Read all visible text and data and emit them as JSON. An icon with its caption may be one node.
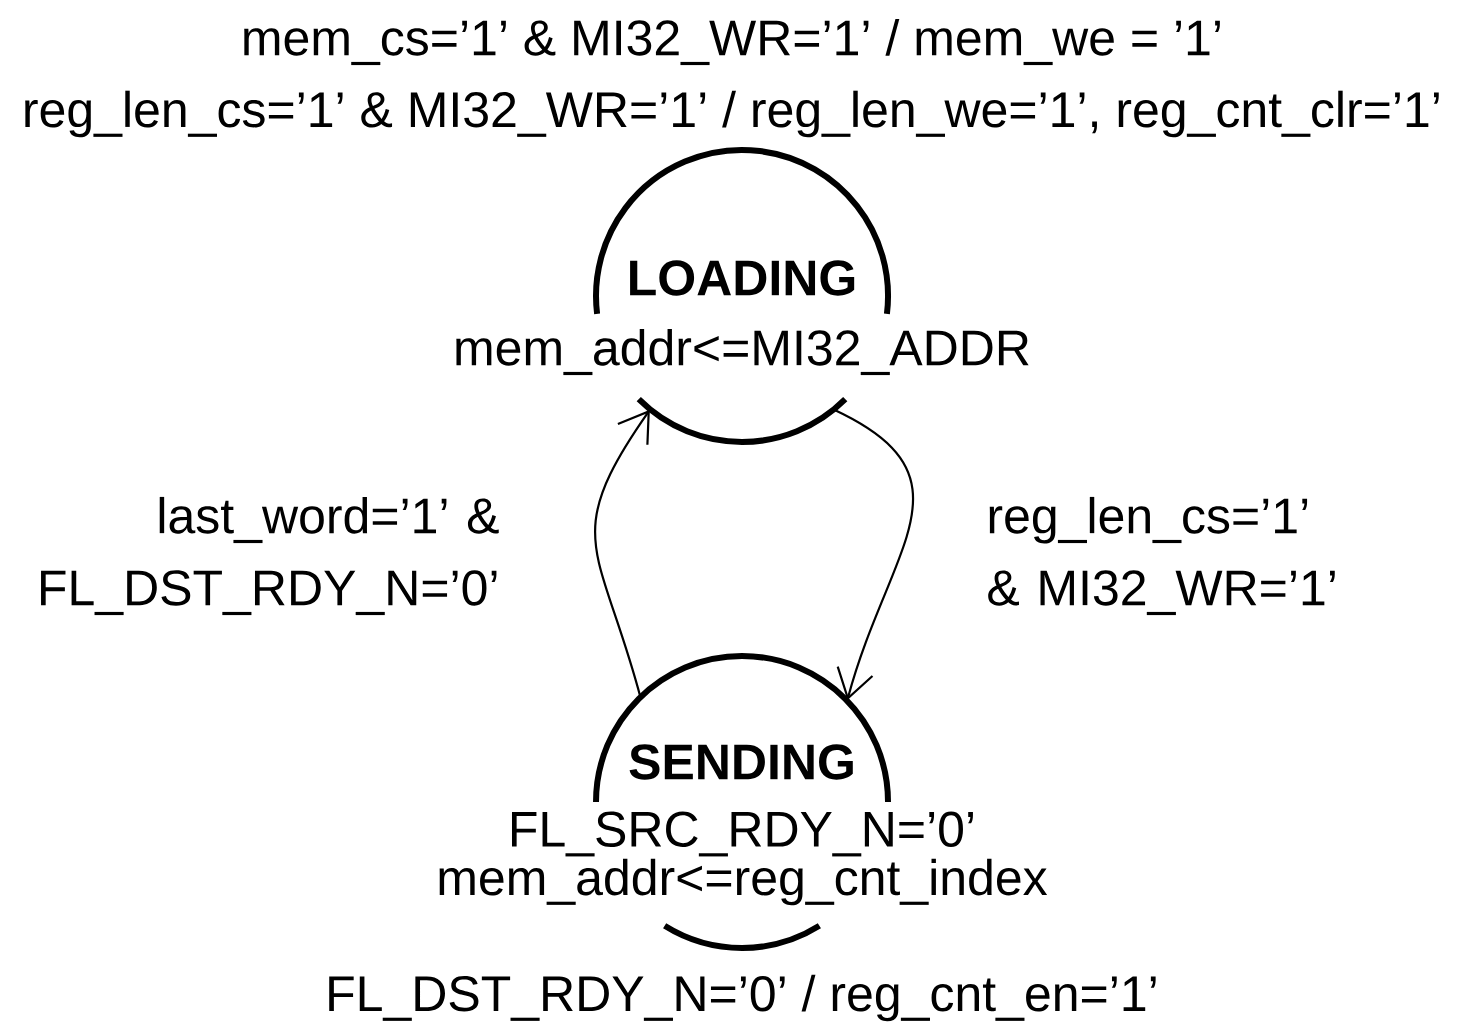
{
  "diagram": {
    "nodes": [
      {
        "text": [
          "LOADING",
          "mem_addr<=MI32_ADDR"
        ],
        "beside": [
          "mem_cs=’1’ & MI32_WR=’1’ / mem_we = ’1’",
          "reg_len_cs=’1’ & MI32_WR=’1’ / reg_len_we=’1’, reg_cnt_clr=’1’"
        ]
      },
      {
        "text": [
          "SENDING",
          "FL_SRC_RDY_N=’0’",
          "mem_addr<=reg_cnt_index"
        ],
        "beside": [
          "FL_DST_RDY_N=’0’ / reg_cnt_en=’1’"
        ]
      }
    ],
    "edges": [
      {
        "from": 0,
        "to": 1,
        "arrow": "to",
        "label": "reg_len_cs=’1’ & MI32_WR=’1’"
      },
      {
        "from": 1,
        "to": 0,
        "arrow": "to",
        "label": "last_word=’1’ & FL_DST_RDY_N=’0’"
      }
    ]
  }
}
